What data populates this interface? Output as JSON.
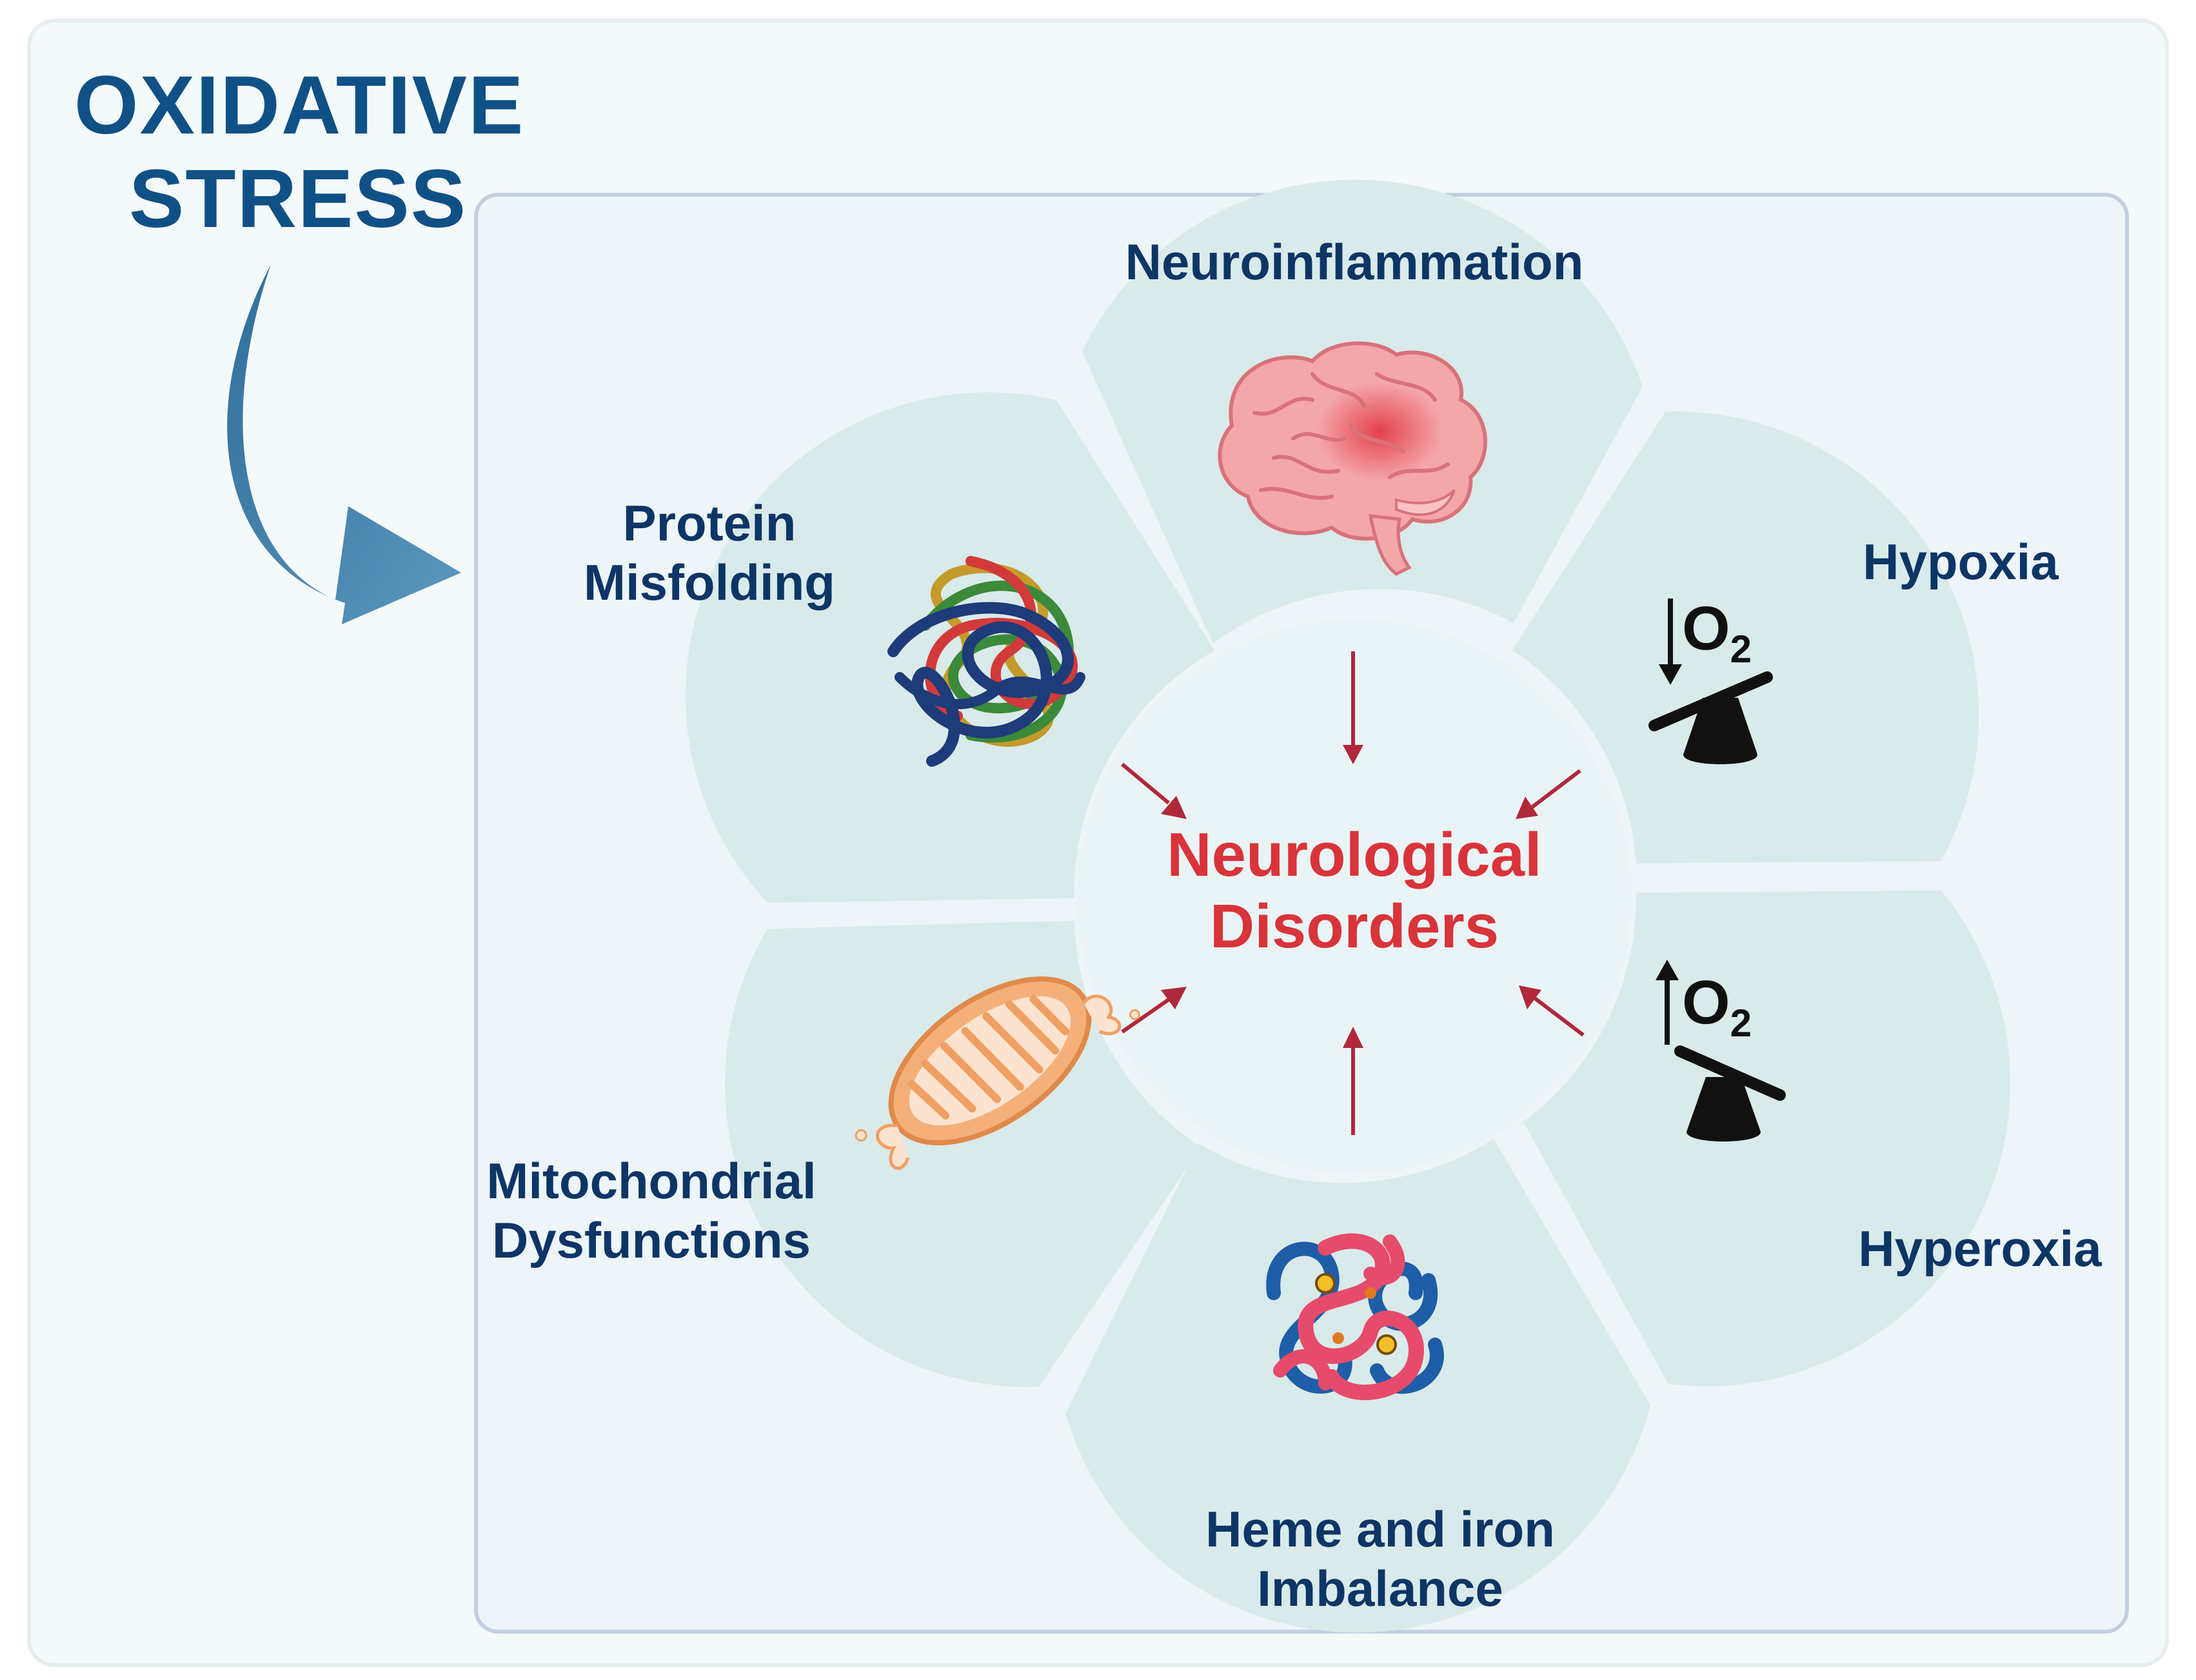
{
  "title": {
    "line1": "OXIDATIVE",
    "line2": "STRESS"
  },
  "center": {
    "line1": "Neurological",
    "line2": "Disorders"
  },
  "segments": {
    "neuroinflammation": {
      "label": "Neuroinflammation",
      "icon": "brain-icon"
    },
    "hypoxia": {
      "label": "Hypoxia",
      "icon": "low-oxygen-scale-icon",
      "symbol": "O",
      "subscript": "2"
    },
    "hyperoxia": {
      "label": "Hyperoxia",
      "icon": "high-oxygen-scale-icon",
      "symbol": "O",
      "subscript": "2"
    },
    "heme": {
      "line1": "Heme and iron",
      "line2": "Imbalance",
      "icon": "hemoglobin-icon"
    },
    "mitochondria": {
      "line1": "Mitochondrial",
      "line2": "Dysfunctions",
      "icon": "mitochondrion-icon"
    },
    "protein": {
      "line1": "Protein",
      "line2": "Misfolding",
      "icon": "protein-tangle-icon"
    }
  },
  "colors": {
    "title": "#0f5186",
    "labels": "#0d3566",
    "center_text": "#d8343a",
    "arrows": "#b0283a",
    "ring": "#d9eaea",
    "panel": "#f3f8fa",
    "big_arrow": "#4a86ac"
  }
}
